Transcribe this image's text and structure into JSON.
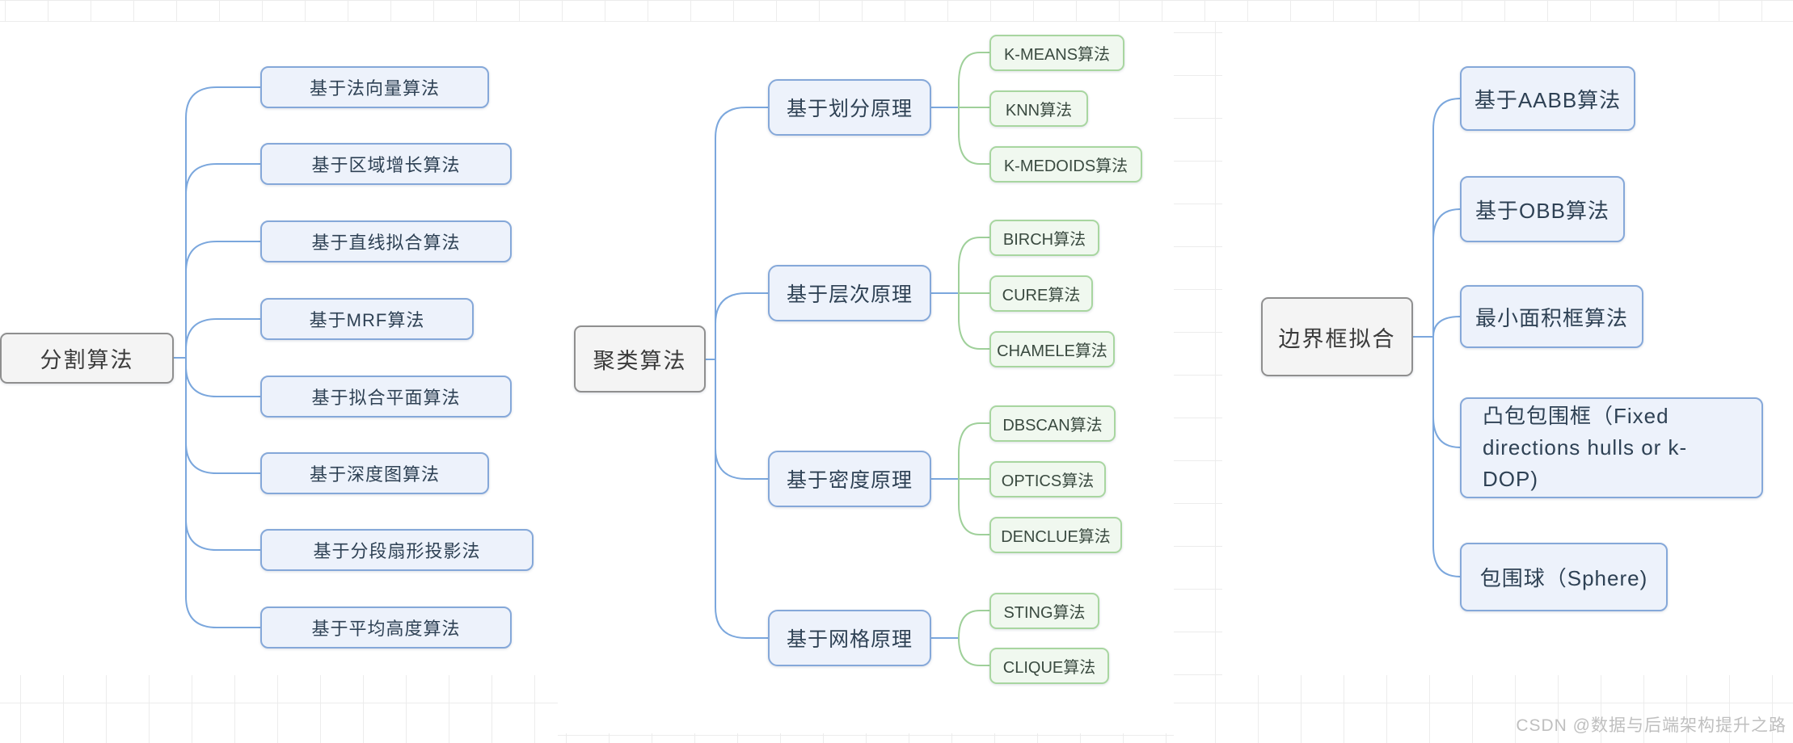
{
  "watermark": "CSDN @数据与后端架构提升之路",
  "colors": {
    "grid": "#ececec",
    "connector_blue": "#7ba7dd",
    "connector_green": "#9fd09a",
    "root_bg": "#f4f4f4",
    "root_border": "#8f8f8f",
    "node_blue_bg": "#edf2fb",
    "node_blue_border": "#85a8d9",
    "node_green_bg": "#f0f8ef",
    "node_green_border": "#a8d6a0"
  },
  "maps": [
    {
      "root": "分割算法",
      "children": [
        "基于法向量算法",
        "基于区域增长算法",
        "基于直线拟合算法",
        "基于MRF算法",
        "基于拟合平面算法",
        "基于深度图算法",
        "基于分段扇形投影法",
        "基于平均高度算法"
      ]
    },
    {
      "root": "聚类算法",
      "groups": [
        {
          "label": "基于划分原理",
          "children": [
            "K-MEANS算法",
            "KNN算法",
            "K-MEDOIDS算法"
          ]
        },
        {
          "label": "基于层次原理",
          "children": [
            "BIRCH算法",
            "CURE算法",
            "CHAMELE算法"
          ]
        },
        {
          "label": "基于密度原理",
          "children": [
            "DBSCAN算法",
            "OPTICS算法",
            "DENCLUE算法"
          ]
        },
        {
          "label": "基于网格原理",
          "children": [
            "STING算法",
            "CLIQUE算法"
          ]
        }
      ]
    },
    {
      "root": "边界框拟合",
      "children": [
        "基于AABB算法",
        "基于OBB算法",
        "最小面积框算法",
        "凸包包围框（Fixed directions hulls or k-DOP)",
        "包围球（Sphere)"
      ]
    }
  ]
}
